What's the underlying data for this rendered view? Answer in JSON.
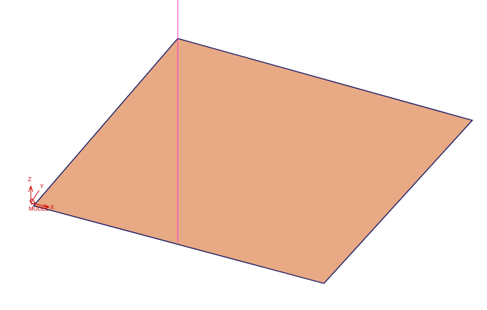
{
  "viewport": {
    "background_color": "#ffffff"
  },
  "plate": {
    "fill_color": "#e8aa84",
    "edge_color": "#1a1a66"
  },
  "vertical_line": {
    "color": "#ff33cc"
  },
  "triad": {
    "color": "#cc0000",
    "z_label": "Z",
    "y_label": "Y",
    "x_label": "X",
    "model_label": "MODEL"
  }
}
